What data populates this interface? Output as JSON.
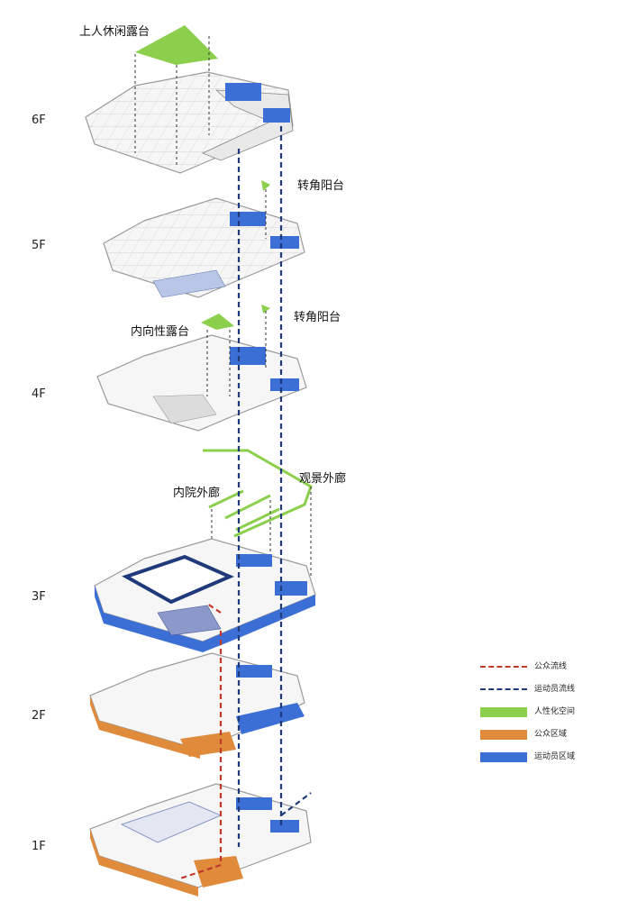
{
  "floors": [
    "6F",
    "5F",
    "4F",
    "3F",
    "2F",
    "1F"
  ],
  "annotations": {
    "roof_terrace": "上人休闲露台",
    "corner_balcony_5f": "转角阳台",
    "corner_balcony_4f": "转角阳台",
    "inward_terrace": "内向性露台",
    "courtyard_corridor": "内院外廊",
    "viewing_corridor": "观景外廊"
  },
  "legend": [
    {
      "label": "公众流线",
      "kind": "dash",
      "color": "#c0392b"
    },
    {
      "label": "运动员流线",
      "kind": "dash",
      "color": "#1f3a7a"
    },
    {
      "label": "人性化空间",
      "kind": "fill",
      "color": "#8ccf4d"
    },
    {
      "label": "公众区域",
      "kind": "fill",
      "color": "#e08a3c"
    },
    {
      "label": "运动员区域",
      "kind": "fill",
      "color": "#3b6fd6"
    }
  ],
  "colors": {
    "public_flow": "#c0392b",
    "athlete_flow": "#1f3a7a",
    "human_space": "#8ccf4d",
    "public_area": "#e08a3c",
    "athlete_area": "#3b6fd6",
    "outline": "#9a9a9a"
  }
}
